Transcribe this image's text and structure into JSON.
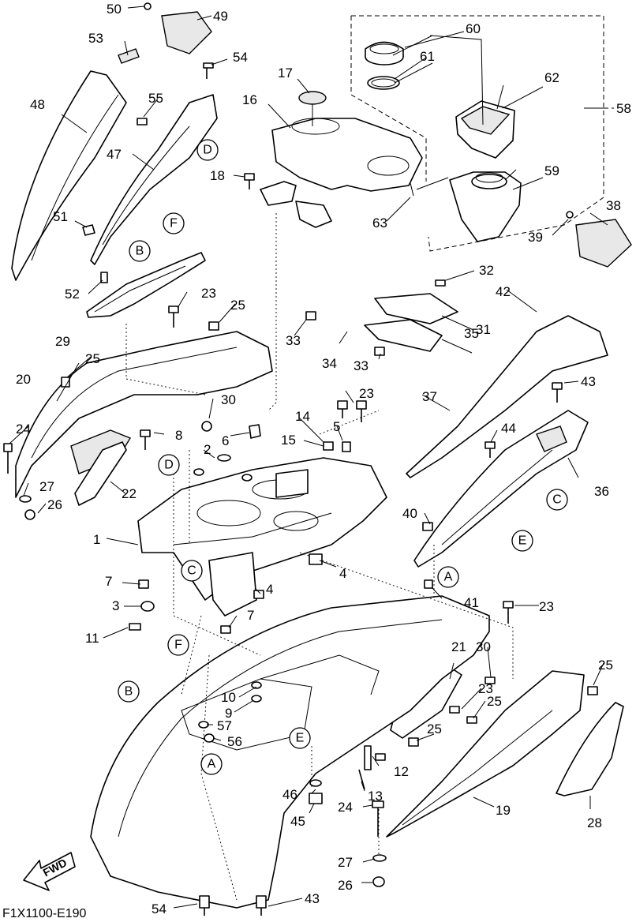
{
  "diagram": {
    "drawing_code": "F1X1100-E190",
    "direction_label": "FWD",
    "part_labels": [
      {
        "id": "p50",
        "text": "50"
      },
      {
        "id": "p49",
        "text": "49"
      },
      {
        "id": "p53",
        "text": "53"
      },
      {
        "id": "p54a",
        "text": "54"
      },
      {
        "id": "p48",
        "text": "48"
      },
      {
        "id": "p55",
        "text": "55"
      },
      {
        "id": "p47",
        "text": "47"
      },
      {
        "id": "p51",
        "text": "51"
      },
      {
        "id": "p52",
        "text": "52"
      },
      {
        "id": "p17",
        "text": "17"
      },
      {
        "id": "p16",
        "text": "16"
      },
      {
        "id": "p18",
        "text": "18"
      },
      {
        "id": "p60",
        "text": "60"
      },
      {
        "id": "p61",
        "text": "61"
      },
      {
        "id": "p62",
        "text": "62"
      },
      {
        "id": "p58",
        "text": "58"
      },
      {
        "id": "p59",
        "text": "59"
      },
      {
        "id": "p63",
        "text": "63"
      },
      {
        "id": "p38",
        "text": "38"
      },
      {
        "id": "p39",
        "text": "39"
      },
      {
        "id": "p32",
        "text": "32"
      },
      {
        "id": "p42",
        "text": "42"
      },
      {
        "id": "p31",
        "text": "31"
      },
      {
        "id": "p33a",
        "text": "33"
      },
      {
        "id": "p34",
        "text": "34"
      },
      {
        "id": "p35",
        "text": "35"
      },
      {
        "id": "p33b",
        "text": "33"
      },
      {
        "id": "p23a",
        "text": "23"
      },
      {
        "id": "p25a",
        "text": "25"
      },
      {
        "id": "p29",
        "text": "29"
      },
      {
        "id": "p25b",
        "text": "25"
      },
      {
        "id": "p20",
        "text": "20"
      },
      {
        "id": "p30a",
        "text": "30"
      },
      {
        "id": "p24a",
        "text": "24"
      },
      {
        "id": "p8",
        "text": "8"
      },
      {
        "id": "p6",
        "text": "6"
      },
      {
        "id": "p23b",
        "text": "23"
      },
      {
        "id": "p14",
        "text": "14"
      },
      {
        "id": "p5",
        "text": "5"
      },
      {
        "id": "p15",
        "text": "15"
      },
      {
        "id": "p37",
        "text": "37"
      },
      {
        "id": "p43a",
        "text": "43"
      },
      {
        "id": "p44",
        "text": "44"
      },
      {
        "id": "p36",
        "text": "36"
      },
      {
        "id": "p2",
        "text": "2"
      },
      {
        "id": "p27a",
        "text": "27"
      },
      {
        "id": "p26a",
        "text": "26"
      },
      {
        "id": "p22",
        "text": "22"
      },
      {
        "id": "p1",
        "text": "1"
      },
      {
        "id": "p40",
        "text": "40"
      },
      {
        "id": "p4a",
        "text": "4"
      },
      {
        "id": "p7a",
        "text": "7"
      },
      {
        "id": "p4b",
        "text": "4"
      },
      {
        "id": "p3",
        "text": "3"
      },
      {
        "id": "p41",
        "text": "41"
      },
      {
        "id": "p7b",
        "text": "7"
      },
      {
        "id": "p23c",
        "text": "23"
      },
      {
        "id": "p11",
        "text": "11"
      },
      {
        "id": "p21",
        "text": "21"
      },
      {
        "id": "p30b",
        "text": "30"
      },
      {
        "id": "p25c",
        "text": "25"
      },
      {
        "id": "p10",
        "text": "10"
      },
      {
        "id": "p9",
        "text": "9"
      },
      {
        "id": "p23d",
        "text": "23"
      },
      {
        "id": "p25d",
        "text": "25"
      },
      {
        "id": "p57",
        "text": "57"
      },
      {
        "id": "p56",
        "text": "56"
      },
      {
        "id": "p25e",
        "text": "25"
      },
      {
        "id": "p12",
        "text": "12"
      },
      {
        "id": "p13",
        "text": "13"
      },
      {
        "id": "p19",
        "text": "19"
      },
      {
        "id": "p28",
        "text": "28"
      },
      {
        "id": "p46",
        "text": "46"
      },
      {
        "id": "p45",
        "text": "45"
      },
      {
        "id": "p24b",
        "text": "24"
      },
      {
        "id": "p27b",
        "text": "27"
      },
      {
        "id": "p26b",
        "text": "26"
      },
      {
        "id": "p54b",
        "text": "54"
      },
      {
        "id": "p43b",
        "text": "43"
      }
    ],
    "reference_markers": [
      {
        "id": "rD1",
        "text": "D"
      },
      {
        "id": "rF1",
        "text": "F"
      },
      {
        "id": "rB1",
        "text": "B"
      },
      {
        "id": "rD2",
        "text": "D"
      },
      {
        "id": "rC1",
        "text": "C"
      },
      {
        "id": "rC2",
        "text": "C"
      },
      {
        "id": "rE1",
        "text": "E"
      },
      {
        "id": "rA1",
        "text": "A"
      },
      {
        "id": "rF2",
        "text": "F"
      },
      {
        "id": "rB2",
        "text": "B"
      },
      {
        "id": "rE2",
        "text": "E"
      },
      {
        "id": "rA2",
        "text": "A"
      }
    ]
  }
}
